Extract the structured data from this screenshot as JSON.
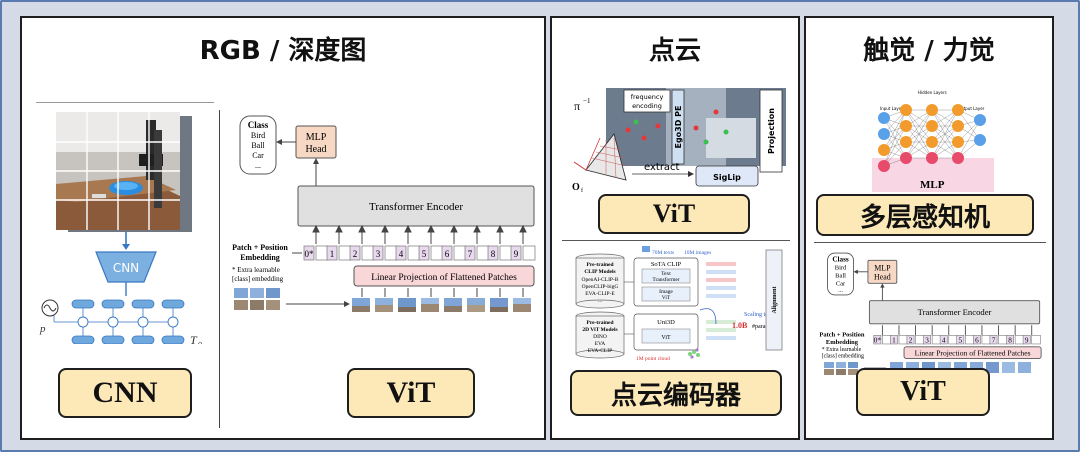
{
  "panels": {
    "rgb": {
      "title": "RGB / 深度图",
      "cnn_label": "CNN",
      "vit_label": "ViT",
      "cnn_diagram": {
        "block": "CNN",
        "input_sym": "p",
        "output_sym": "T",
        "output_sub": "o"
      },
      "vit_diagram": {
        "class_box": [
          "Class",
          "Bird",
          "Ball",
          "Car",
          "..."
        ],
        "mlp_head": [
          "MLP",
          "Head"
        ],
        "encoder": "Transformer Encoder",
        "embed_label": [
          "Patch + Position",
          "Embedding"
        ],
        "extra_note": [
          "* Extra learnable",
          "[class] embedding"
        ],
        "projection": "Linear Projection of Flattened Patches",
        "tokens": [
          "0*",
          "1",
          "2",
          "3",
          "4",
          "5",
          "6",
          "7",
          "8",
          "9"
        ]
      }
    },
    "pointcloud": {
      "title": "点云",
      "vit_label": "ViT",
      "encoder_label": "点云编码器",
      "top_diagram": {
        "pi_inv": "π",
        "pi_exp": "−1",
        "freq": [
          "frequency",
          "encoding"
        ],
        "ego": "Ego3D PE",
        "projection": "Projection",
        "extract": "extract",
        "siglip": "SigLip",
        "origin": "O",
        "origin_sub": "f"
      },
      "bottom_diagram": {
        "left_top": [
          "Pre-trained",
          "CLIP Models",
          "OpenAI-CLIP-B",
          "OpenCLIP-bigG",
          "EVA-CLIP-E",
          "..."
        ],
        "left_bot": [
          "Pre-trained",
          "2D ViT Models",
          "DINO",
          "EVA",
          "EVA-CLIP",
          "..."
        ],
        "sota": "SoTA CLIP",
        "text_tr": [
          "Text",
          "Transformer"
        ],
        "image_vit": [
          "Image",
          "ViT"
        ],
        "uni3d": "Uni3D",
        "vit": "ViT",
        "scaling": "Scaling to",
        "scale_val": "1.0B",
        "params": "#params",
        "texts": "70M texts",
        "images": "10M images",
        "points": "1M point cloud",
        "align": "Alignment"
      }
    },
    "tactile": {
      "title": "触觉 / 力觉",
      "mlp_label": "多层感知机",
      "vit_label": "ViT",
      "mlp_diagram": {
        "caption": "MLP",
        "input_layer": "Input Layer",
        "hidden_layer": "Hidden Layers",
        "output_layer": "Output Layer"
      },
      "vit_diagram": {
        "class_box": [
          "Class",
          "Bird",
          "Ball",
          "Car",
          "..."
        ],
        "mlp_head": [
          "MLP",
          "Head"
        ],
        "encoder": "Transformer Encoder",
        "embed_label": [
          "Patch + Position",
          "Embedding"
        ],
        "extra_note": [
          "* Extra learnable",
          "[class] embedding"
        ],
        "projection": "Linear Projection of Flattened Patches",
        "tokens": [
          "0*",
          "1",
          "2",
          "3",
          "4",
          "5",
          "6",
          "7",
          "8",
          "9"
        ]
      }
    }
  },
  "colors": {
    "tag_fill": "#fde9b8",
    "cnn_blue": "#5b9bd5",
    "projection_pink": "#f9d6d8",
    "encoder_gray": "#e0e0e0",
    "mlp_head_fill": "#f6d8c4",
    "token_fill": "#e8d9ee"
  }
}
